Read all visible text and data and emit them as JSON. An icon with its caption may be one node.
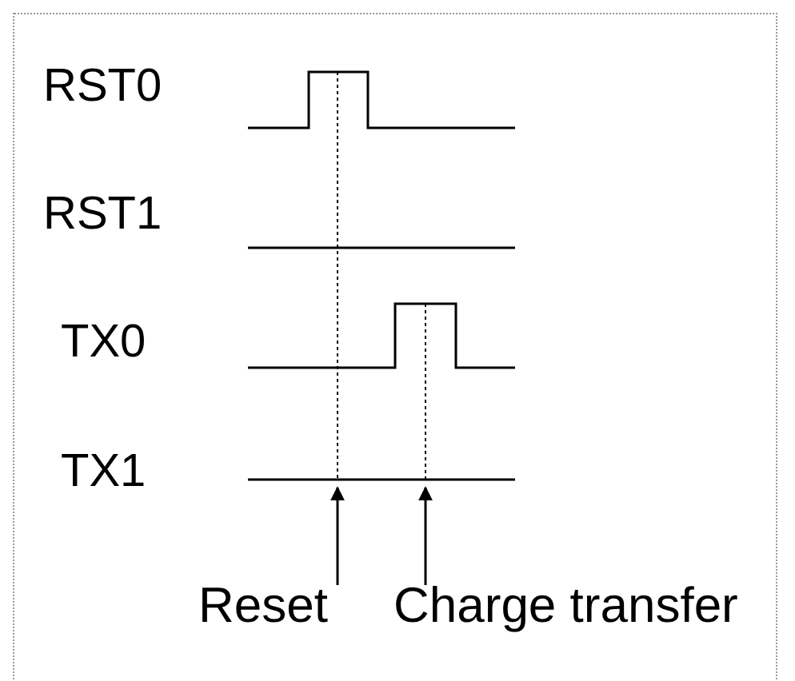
{
  "diagram": {
    "nodes": [
      {
        "text": [
          "Reset"
        ]
      },
      {
        "text": [
          "Charge transfer"
        ]
      }
    ],
    "edges": [
      {
        "from": 0,
        "to": null,
        "arrow": "to"
      },
      {
        "from": 1,
        "to": null,
        "arrow": "to"
      }
    ],
    "labels": [
      "RST0",
      "RST1",
      "TX0",
      "TX1"
    ]
  }
}
